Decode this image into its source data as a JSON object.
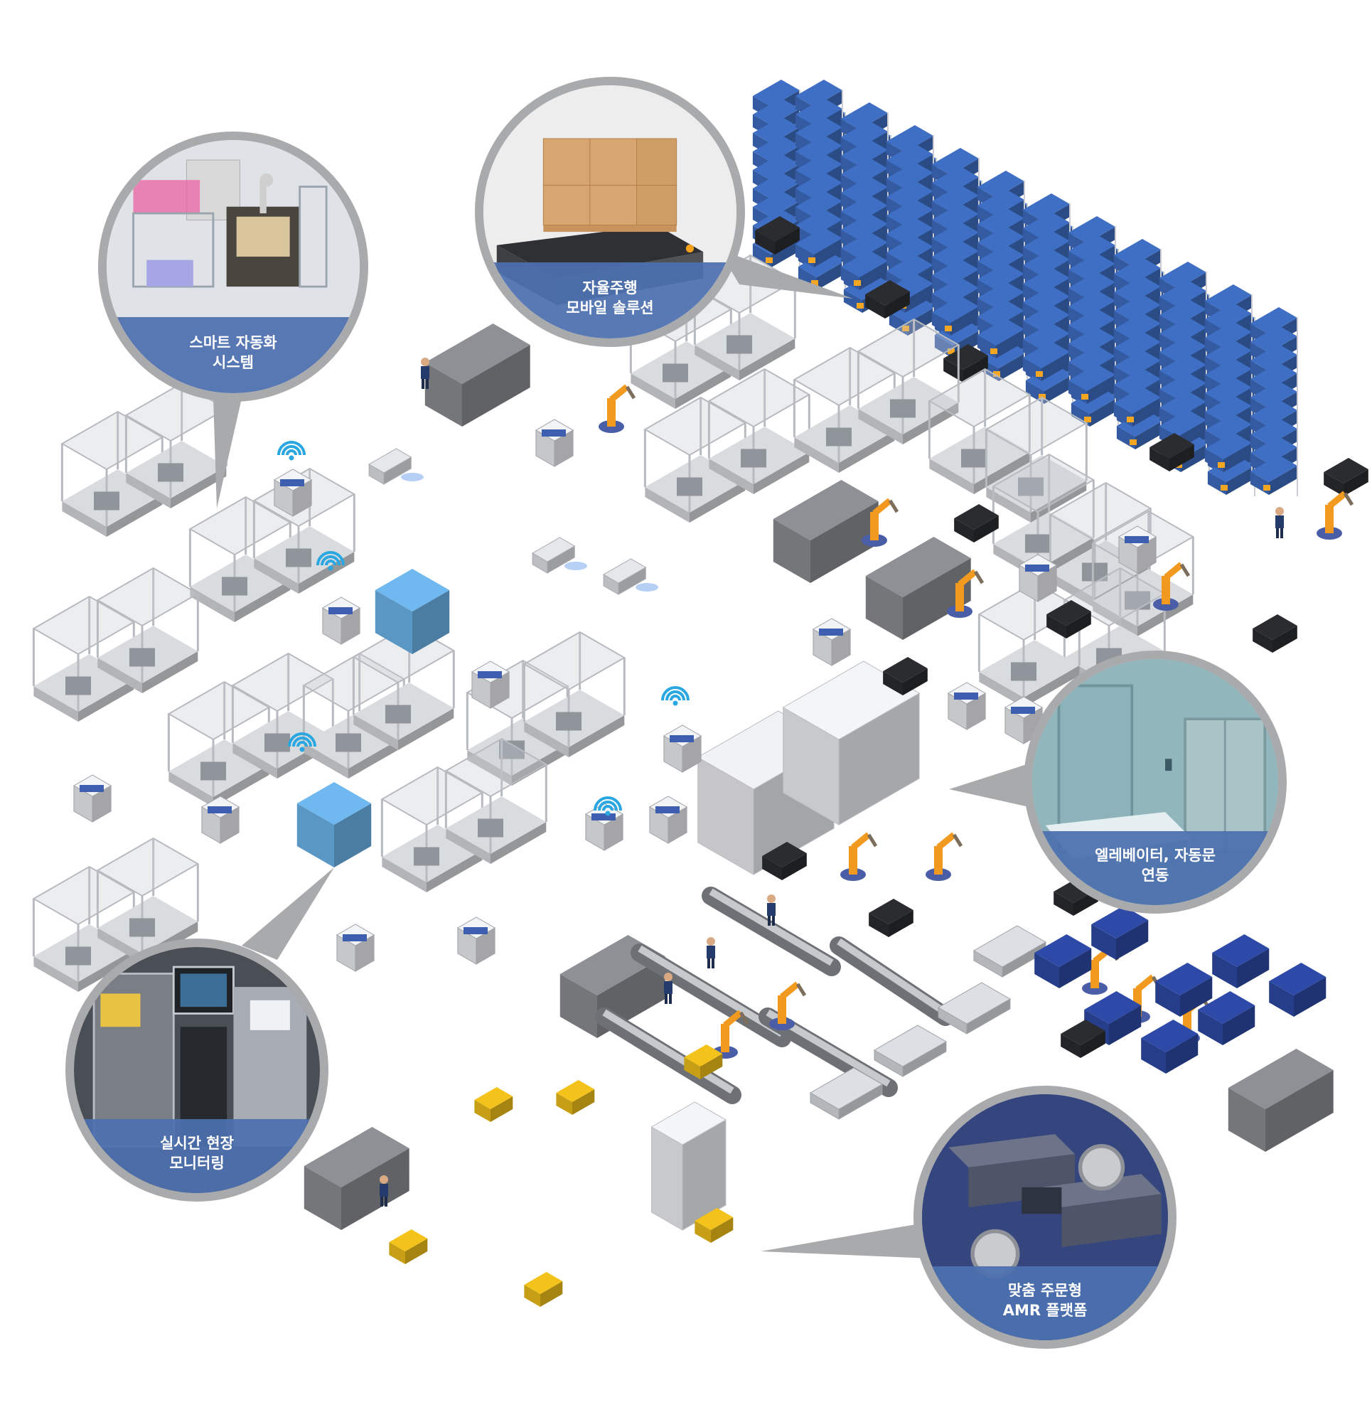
{
  "colors": {
    "callout_band": "#4c70ae",
    "callout_ring": "#a9aaac",
    "rack_blue": "#3f6fc4",
    "bin_orange": "#f5a623",
    "robot_orange": "#f29a1f",
    "agv_yellow": "#f3c21b",
    "machine_gray": "#8d9094",
    "wifi_blue": "#2aa7e0"
  },
  "callouts": [
    {
      "id": "smart-automation",
      "line1": "스마트 자동화",
      "line2": "시스템",
      "photo": "automation-cells-photo"
    },
    {
      "id": "autonomous-mobile",
      "line1": "자율주행",
      "line2": "모바일 솔루션",
      "photo": "amr-with-pallet-photo"
    },
    {
      "id": "elevator-door",
      "line1": "엘레베이터, 자동문",
      "line2": "연동",
      "photo": "elevator-lobby-photo"
    },
    {
      "id": "realtime-monitoring",
      "line1": "실시간 현장",
      "line2": "모니터링",
      "photo": "monitoring-screens-photo"
    },
    {
      "id": "custom-amr",
      "line1": "맞춤 주문형",
      "line2": "AMR 플랫폼",
      "photo": "amr-chassis-photo"
    }
  ],
  "scene": {
    "description_icons": [
      "wifi-icon",
      "amr-robot",
      "robot-arm",
      "storage-rack",
      "conveyor-line",
      "worker"
    ]
  }
}
